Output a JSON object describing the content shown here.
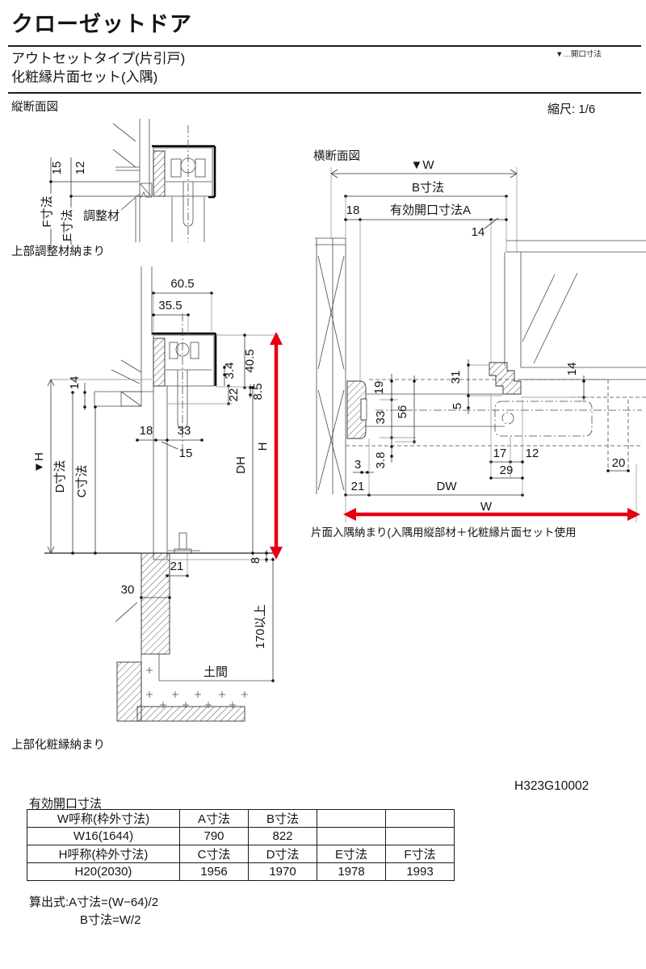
{
  "header": {
    "title": "クローゼットドア",
    "subtitle1": "アウトセットタイプ(片引戸)",
    "subtitle2": "化粧縁片面セット(入隅)",
    "legend": "▼…開口寸法",
    "scale_label": "縮尺: 1/6"
  },
  "vertical_section": {
    "title": "縦断面図"
  },
  "vs_top": {
    "caption": "上部調整材納まり",
    "d15": "15",
    "d12": "12",
    "dF": "F寸法",
    "dE": "E寸法",
    "adjuster": "調整材"
  },
  "vs_main": {
    "caption": "上部化粧縁納まり",
    "d605": "60.5",
    "d355": "35.5",
    "d405": "40.5",
    "d34": "3.4",
    "d22": "22",
    "d85": "8.5",
    "d14": "14",
    "d18": "18",
    "d33": "33",
    "d15": "15",
    "h": "H",
    "dh": "DH",
    "vh": "▼H",
    "dD": "D寸法",
    "dC": "C寸法",
    "d8": "8",
    "d21": "21",
    "d30": "30",
    "d170": "170以上",
    "doma": "土間"
  },
  "cs": {
    "title": "横断面図",
    "caption": "片面入隅納まり(入隅用縦部材＋化粧縁片面セット使用",
    "w_top": "▼W",
    "b": "B寸法",
    "a": "有効開口寸法A",
    "d18": "18",
    "d14a": "14",
    "d14b": "14",
    "d31": "31",
    "d5": "5",
    "d19": "19",
    "d33": "33",
    "d56": "56",
    "d38": "3.8",
    "d3": "3",
    "d21": "21",
    "d17": "17",
    "d12": "12",
    "d29": "29",
    "d20": "20",
    "dw": "DW",
    "w": "W"
  },
  "doc_number": "H323G10002",
  "table": {
    "title": "有効開口寸法",
    "rows": [
      [
        "W呼称(枠外寸法)",
        "A寸法",
        "B寸法",
        "",
        ""
      ],
      [
        "W16(1644)",
        "790",
        "822",
        "",
        ""
      ],
      [
        "H呼称(枠外寸法)",
        "C寸法",
        "D寸法",
        "E寸法",
        "F寸法"
      ],
      [
        "H20(2030)",
        "1956",
        "1970",
        "1978",
        "1993"
      ]
    ]
  },
  "formula": {
    "line1": "算出式:A寸法=(W−64)/2",
    "line2": "B寸法=W/2"
  },
  "colors": {
    "accent_red": "#e60012"
  }
}
